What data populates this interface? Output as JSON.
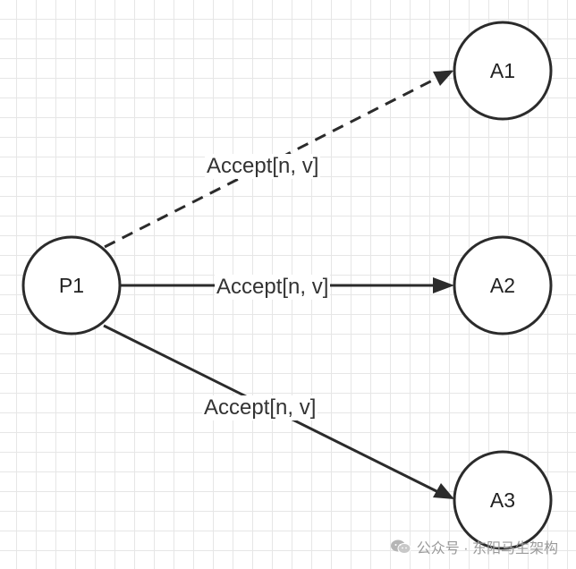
{
  "diagram": {
    "nodes": {
      "p1": {
        "label": "P1"
      },
      "a1": {
        "label": "A1"
      },
      "a2": {
        "label": "A2"
      },
      "a3": {
        "label": "A3"
      }
    },
    "edges": [
      {
        "from": "P1",
        "to": "A1",
        "label": "Accept[n, v]",
        "style": "dashed"
      },
      {
        "from": "P1",
        "to": "A2",
        "label": "Accept[n, v]",
        "style": "solid"
      },
      {
        "from": "P1",
        "to": "A3",
        "label": "Accept[n, v]",
        "style": "solid"
      }
    ]
  },
  "watermark": {
    "text": "公众号 · 东阳马生架构",
    "icon": "wechat-icon"
  },
  "colors": {
    "stroke": "#2b2b2b",
    "grid": "#e6e6e6",
    "watermark": "#9a9a9a"
  }
}
